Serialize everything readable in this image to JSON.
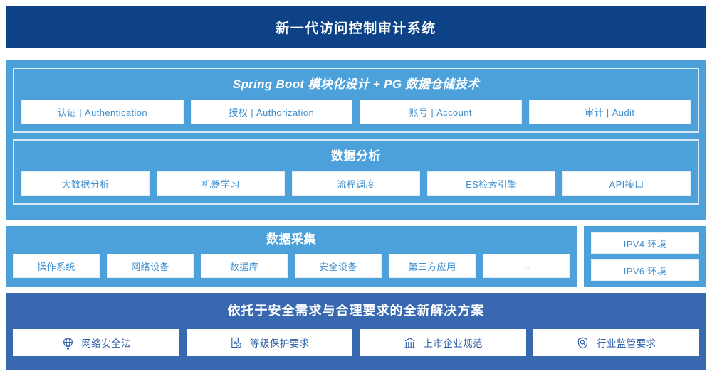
{
  "header": {
    "title": "新一代访问控制审计系统"
  },
  "colors": {
    "title_bar": "#0d4287",
    "panel_light_blue": "#4da1da",
    "panel_solution_blue": "#3868b0",
    "chip_background": "#ffffff",
    "chip_text_blue": "#3d8fd0",
    "solution_chip_text": "#2b5fa8"
  },
  "sections": {
    "platform": {
      "title": "Spring Boot 模块化设计 + PG 数据仓储技术",
      "items": [
        {
          "label": "认证 | Authentication"
        },
        {
          "label": "授权 | Authorization"
        },
        {
          "label": "账号 | Account"
        },
        {
          "label": "审计 | Audit"
        }
      ]
    },
    "analysis": {
      "title": "数据分析",
      "items": [
        {
          "label": "大数据分析"
        },
        {
          "label": "机器学习"
        },
        {
          "label": "流程调度"
        },
        {
          "label": "ES检索引擎"
        },
        {
          "label": "API接口"
        }
      ]
    },
    "collection": {
      "title": "数据采集",
      "items": [
        {
          "label": "操作系统"
        },
        {
          "label": "网络设备"
        },
        {
          "label": "数据库"
        },
        {
          "label": "安全设备"
        },
        {
          "label": "第三方应用"
        },
        {
          "label": "…"
        }
      ]
    },
    "environment": {
      "items": [
        {
          "label": "IPV4 环境"
        },
        {
          "label": "IPV6 环境"
        }
      ]
    },
    "solution": {
      "title": "依托于安全需求与合理要求的全新解决方案",
      "items": [
        {
          "label": "网络安全法",
          "icon": "globe-icon"
        },
        {
          "label": "等级保护要求",
          "icon": "document-check-icon"
        },
        {
          "label": "上市企业规范",
          "icon": "bank-icon"
        },
        {
          "label": "行业监管要求",
          "icon": "shield-search-icon"
        }
      ]
    }
  }
}
